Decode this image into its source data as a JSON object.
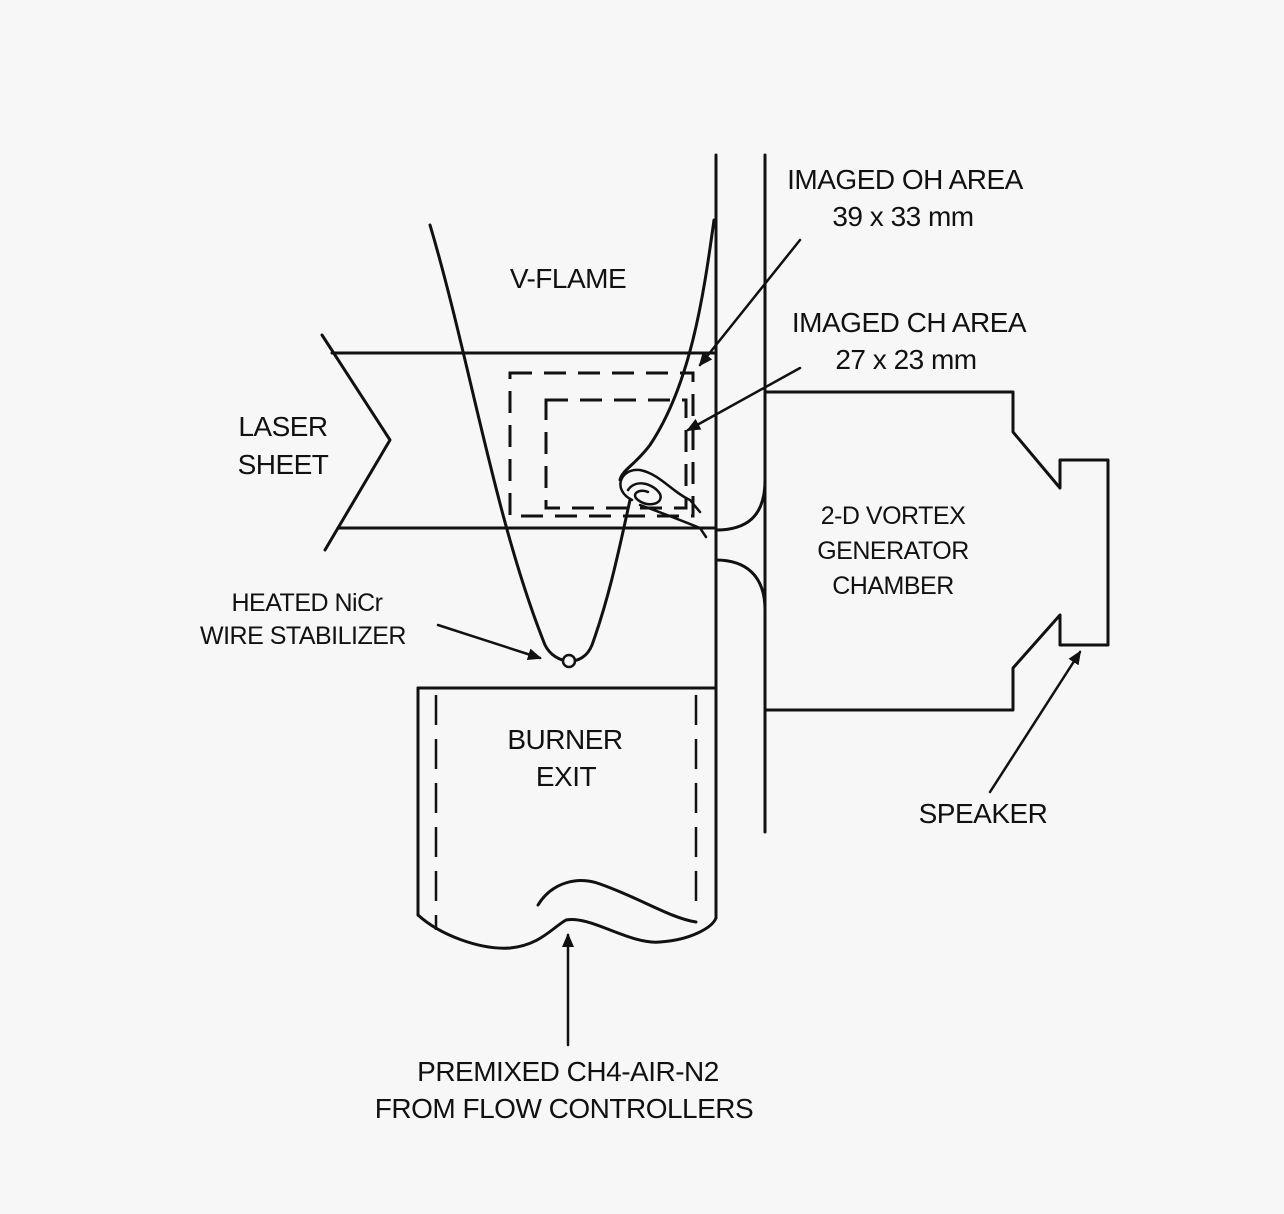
{
  "labels": {
    "v_flame": "V-FLAME",
    "laser_sheet": [
      "LASER",
      "SHEET"
    ],
    "imaged_oh_area": [
      "IMAGED OH AREA",
      "39 x 33 mm"
    ],
    "imaged_ch_area": [
      "IMAGED CH AREA",
      "27 x 23 mm"
    ],
    "vortex_generator": [
      "2-D VORTEX",
      "GENERATOR",
      "CHAMBER"
    ],
    "wire_stabilizer": [
      "HEATED NiCr",
      "WIRE STABILIZER"
    ],
    "burner_exit": [
      "BURNER",
      "EXIT"
    ],
    "speaker": "SPEAKER",
    "premixed_feed": [
      "PREMIXED CH4-AIR-N2",
      "FROM FLOW CONTROLLERS"
    ]
  }
}
